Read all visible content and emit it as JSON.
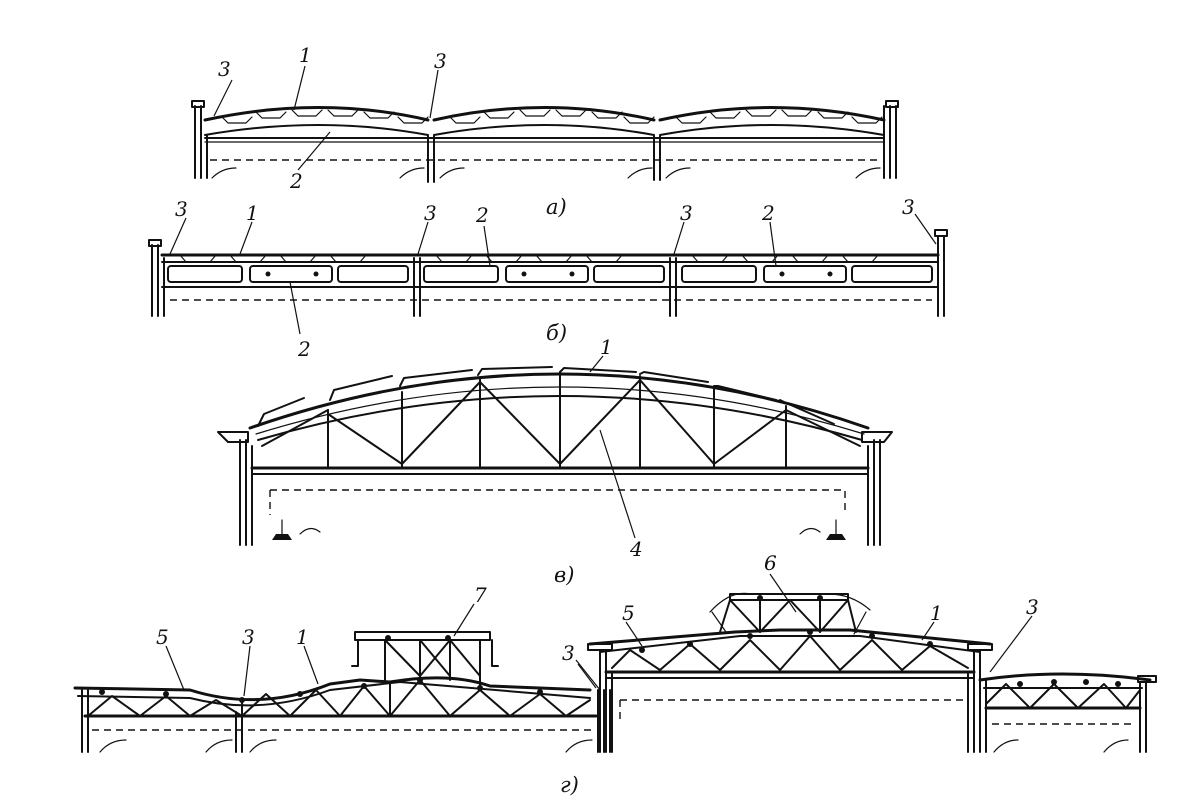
{
  "figure": {
    "captions": [
      "а)",
      "б)",
      "в)",
      "г)"
    ],
    "callouts": [
      "1",
      "2",
      "3",
      "4",
      "5",
      "6",
      "7"
    ]
  }
}
